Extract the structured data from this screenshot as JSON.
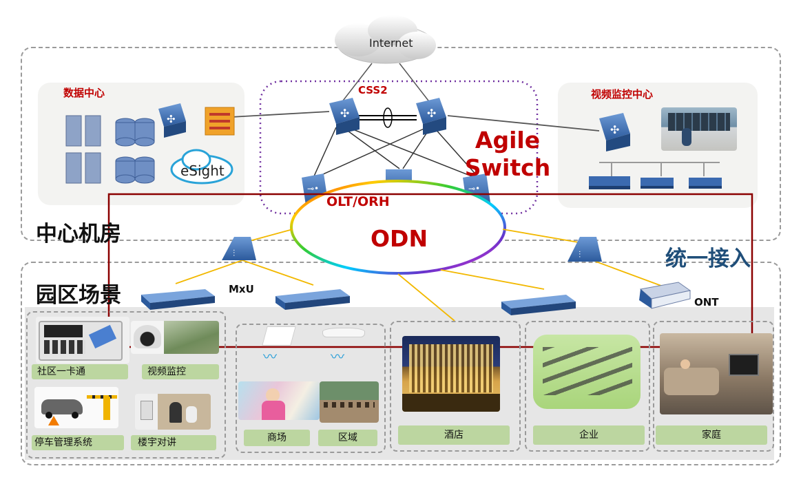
{
  "internet": "Internet",
  "css2": "CSS2",
  "agile_switch": "Agile\nSwitch",
  "olt": "OLT/ORH",
  "odn": "ODN",
  "data_center": "数据中心",
  "esight": "eSight",
  "video_center": "视频监控中心",
  "core_room": "中心机房",
  "campus": "园区场景",
  "unified_access": "统一接入",
  "mxu": "MxU",
  "ont": "ONT",
  "scenes": {
    "card": "社区一卡通",
    "video": "视频监控",
    "parking": "停车管理系统",
    "intercom": "楼宇对讲",
    "mall": "商场",
    "area": "区域",
    "hotel": "酒店",
    "enterprise": "企业",
    "home": "家庭"
  },
  "colors": {
    "red_label": "#c00000",
    "blue_title": "#1f4e79",
    "caption_green": "#bcd6a0",
    "switch_blue": "#3a6fb0",
    "frame_red": "#8b0000"
  }
}
